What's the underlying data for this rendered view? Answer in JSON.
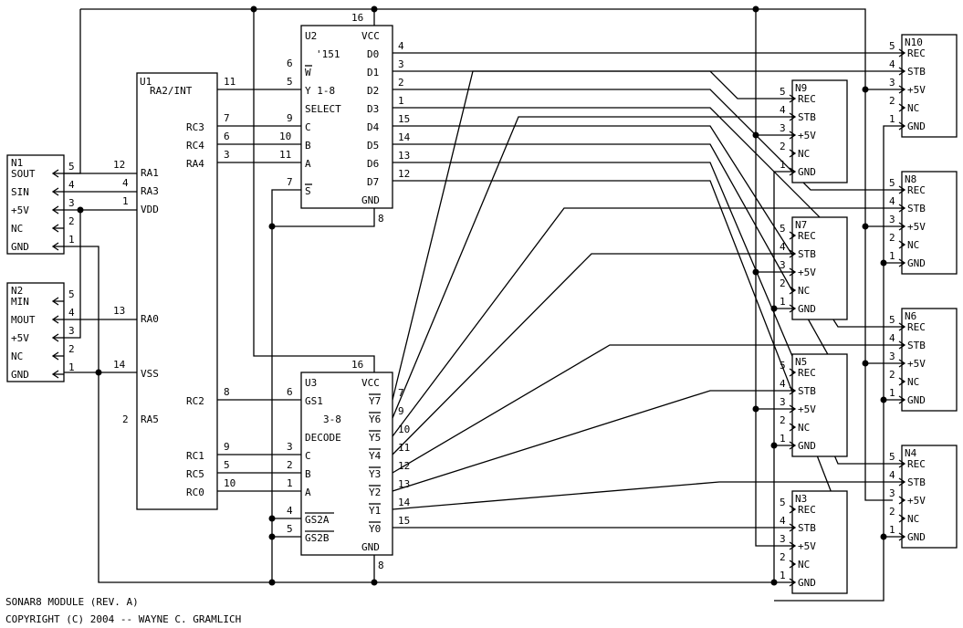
{
  "title_line": "SONAR8 MODULE (REV. A)",
  "copyright_line": "COPYRIGHT (C) 2004 -- WAYNE C. GRAMLICH",
  "u1": {
    "ref": "U1",
    "pins": {
      "ra2int": {
        "label": "RA2/INT",
        "num": "11"
      },
      "rc3": {
        "label": "RC3",
        "num": "7"
      },
      "rc4": {
        "label": "RC4",
        "num": "6"
      },
      "ra4": {
        "label": "RA4",
        "num": "3"
      },
      "ra1": {
        "label": "RA1",
        "num": "12"
      },
      "ra3": {
        "label": "RA3",
        "num": "4"
      },
      "vdd": {
        "label": "VDD",
        "num": "1"
      },
      "ra0": {
        "label": "RA0",
        "num": "13"
      },
      "vss": {
        "label": "VSS",
        "num": "14"
      },
      "rc2": {
        "label": "RC2",
        "num": "8"
      },
      "ra5": {
        "label": "RA5",
        "num": "2"
      },
      "rc1": {
        "label": "RC1",
        "num": "9"
      },
      "rc5": {
        "label": "RC5",
        "num": "5"
      },
      "rc0": {
        "label": "RC0",
        "num": "10"
      }
    }
  },
  "u2": {
    "ref": "U2",
    "part": "'151",
    "desc1": "Y 1-8",
    "desc2": "SELECT",
    "vcc": "VCC",
    "vcc_num": "16",
    "gnd": "GND",
    "gnd_num": "8",
    "w": "W",
    "w_num": "6",
    "y_num": "5",
    "c": "C",
    "c_num": "9",
    "b": "B",
    "b_num": "10",
    "a": "A",
    "a_num": "11",
    "s": "S",
    "s_num": "7",
    "d": [
      {
        "label": "D0",
        "num": "4"
      },
      {
        "label": "D1",
        "num": "3"
      },
      {
        "label": "D2",
        "num": "2"
      },
      {
        "label": "D3",
        "num": "1"
      },
      {
        "label": "D4",
        "num": "15"
      },
      {
        "label": "D5",
        "num": "14"
      },
      {
        "label": "D6",
        "num": "13"
      },
      {
        "label": "D7",
        "num": "12"
      }
    ]
  },
  "u3": {
    "ref": "U3",
    "desc1": "3-8",
    "desc2": "DECODE",
    "vcc": "VCC",
    "vcc_num": "16",
    "gnd": "GND",
    "gnd_num": "8",
    "gs1": "GS1",
    "gs1_num": "6",
    "c": "C",
    "c_num": "3",
    "b": "B",
    "b_num": "2",
    "a": "A",
    "a_num": "1",
    "gs2a": "GS2A",
    "gs2a_num": "4",
    "gs2b": "GS2B",
    "gs2b_num": "5",
    "y": [
      {
        "label": "Y7",
        "num": "7"
      },
      {
        "label": "Y6",
        "num": "9"
      },
      {
        "label": "Y5",
        "num": "10"
      },
      {
        "label": "Y4",
        "num": "11"
      },
      {
        "label": "Y3",
        "num": "12"
      },
      {
        "label": "Y2",
        "num": "13"
      },
      {
        "label": "Y1",
        "num": "14"
      },
      {
        "label": "Y0",
        "num": "15"
      }
    ]
  },
  "n1": {
    "ref": "N1",
    "pins": [
      {
        "label": "SOUT",
        "num": "5"
      },
      {
        "label": "SIN",
        "num": "4"
      },
      {
        "label": "+5V",
        "num": "3"
      },
      {
        "label": "NC",
        "num": "2"
      },
      {
        "label": "GND",
        "num": "1"
      }
    ]
  },
  "n2": {
    "ref": "N2",
    "pins": [
      {
        "label": "MIN",
        "num": "5"
      },
      {
        "label": "MOUT",
        "num": "4"
      },
      {
        "label": "+5V",
        "num": "3"
      },
      {
        "label": "NC",
        "num": "2"
      },
      {
        "label": "GND",
        "num": "1"
      }
    ]
  },
  "sensor_pins": [
    {
      "label": "REC",
      "num": "5"
    },
    {
      "label": "STB",
      "num": "4"
    },
    {
      "label": "+5V",
      "num": "3"
    },
    {
      "label": "NC",
      "num": "2"
    },
    {
      "label": "GND",
      "num": "1"
    }
  ],
  "sensors": [
    "N3",
    "N4",
    "N5",
    "N6",
    "N7",
    "N8",
    "N9",
    "N10"
  ]
}
